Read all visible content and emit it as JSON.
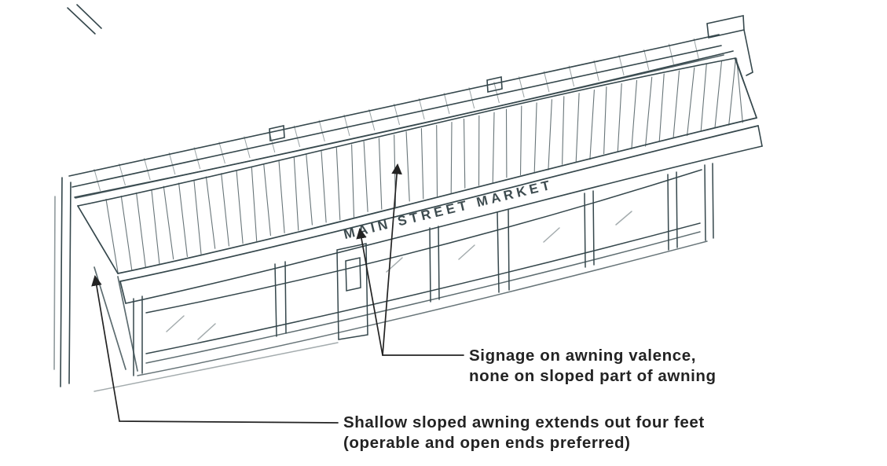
{
  "page": {
    "background": "#ffffff"
  },
  "sketch": {
    "ink_color": "#35474c",
    "annotation_color": "#232323",
    "signage": {
      "text": "MAIN STREET MARKET"
    },
    "annotations": {
      "signage_note": {
        "line1": "Signage on awning valence,",
        "line2": "none on sloped part of awning"
      },
      "awning_note": {
        "line1": "Shallow sloped awning extends out four feet",
        "line2": "(operable and open ends preferred)"
      }
    }
  }
}
